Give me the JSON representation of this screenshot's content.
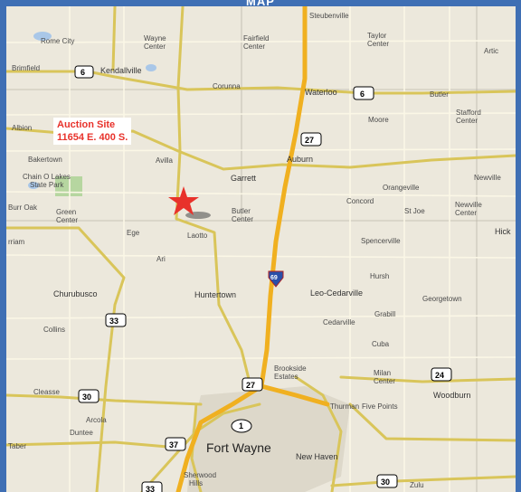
{
  "header": {
    "title": "MAP"
  },
  "auction": {
    "line1": "Auction Site",
    "line2": "11654 E. 400 S."
  },
  "places": {
    "steubenville": "Steubenville",
    "rome_city": "Rome City",
    "wayne_center": "Wayne\nCenter",
    "fairfield_center": "Fairfield\nCenter",
    "taylor_center": "Taylor\nCenter",
    "artic": "Artic",
    "brimfield": "Brimfield",
    "kendallville": "Kendallville",
    "corunna": "Corunna",
    "waterloo": "Waterloo",
    "butler": "Butler",
    "albion": "Albion",
    "moore": "Moore",
    "stafford_center": "Stafford\nCenter",
    "bakertown": "Bakertown",
    "avilla": "Avilla",
    "auburn": "Auburn",
    "chain_o_lakes": "Chain O Lakes\nState Park",
    "garrett": "Garrett",
    "newville": "Newville",
    "orangeville": "Orangeville",
    "concord": "Concord",
    "burr_oak": "Burr Oak",
    "green_center": "Green\nCenter",
    "butler_center": "Butler\nCenter",
    "st_joe": "St Joe",
    "newville_center": "Newville\nCenter",
    "hicksville": "Hick",
    "merriam": "rriam",
    "ege": "Ege",
    "laotto": "Laotto",
    "spencerville": "Spencerville",
    "ari": "Ari",
    "hursh": "Hursh",
    "churubusco": "Churubusco",
    "huntertown": "Huntertown",
    "leo_cedarville": "Leo-Cedarville",
    "georgetown": "Georgetown",
    "grabill": "Grabill",
    "collins": "Collins",
    "cedarville": "Cedarville",
    "cuba": "Cuba",
    "brookside": "Brookside\nEstates",
    "milan_center": "Milan\nCenter",
    "woodburn": "Woodburn",
    "cleasse": "Cleasse",
    "thurman": "Thurman",
    "five_points": "Five Points",
    "arcola": "Arcola",
    "duntee": "Duntee",
    "fort_wayne": "Fort Wayne",
    "new_haven": "New Haven",
    "taber": "Taber",
    "sherwood_hills": "Sherwood\nHills",
    "zulu": "Zulu"
  },
  "shields": {
    "s6a": "6",
    "s6b": "6",
    "s27a": "27",
    "s69": "69",
    "s33": "33",
    "s27b": "27",
    "s24": "24",
    "s30a": "30",
    "s1": "1",
    "s37": "37",
    "s30b": "30",
    "s33b": "33"
  },
  "colors": {
    "frame": "#3f6fb4",
    "land": "#ece8dc",
    "marker": "#e8322b",
    "interstate": "#f0b020"
  }
}
